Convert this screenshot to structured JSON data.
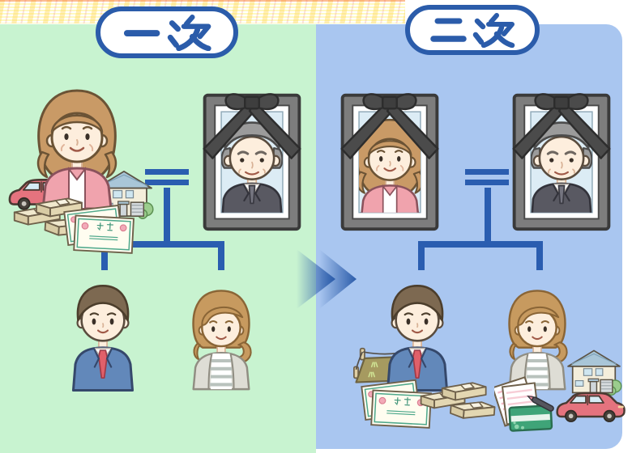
{
  "panels": {
    "left": {
      "label": "一次",
      "bg_color": "#c8f3d0",
      "icons": [
        "red-car",
        "house",
        "mother-figure",
        "cash-stacks",
        "stock-certificates",
        "marriage-equals",
        "deceased-father-portrait",
        "family-tree-connector",
        "son-figure",
        "daughter-figure"
      ]
    },
    "right": {
      "label": "二次",
      "bg_color": "#a9c6f0",
      "icons": [
        "deceased-mother-portrait",
        "marriage-equals",
        "deceased-father-portrait",
        "family-tree-connector",
        "land-plot",
        "son-figure",
        "stock-certificates",
        "cash-stacks",
        "daughter-figure",
        "bankbook",
        "house",
        "red-car"
      ]
    }
  },
  "stock_certificate_label": "株券",
  "arrow": {
    "direction": "right",
    "color": "#2b5caa"
  },
  "accent_color": "#2b5caa"
}
